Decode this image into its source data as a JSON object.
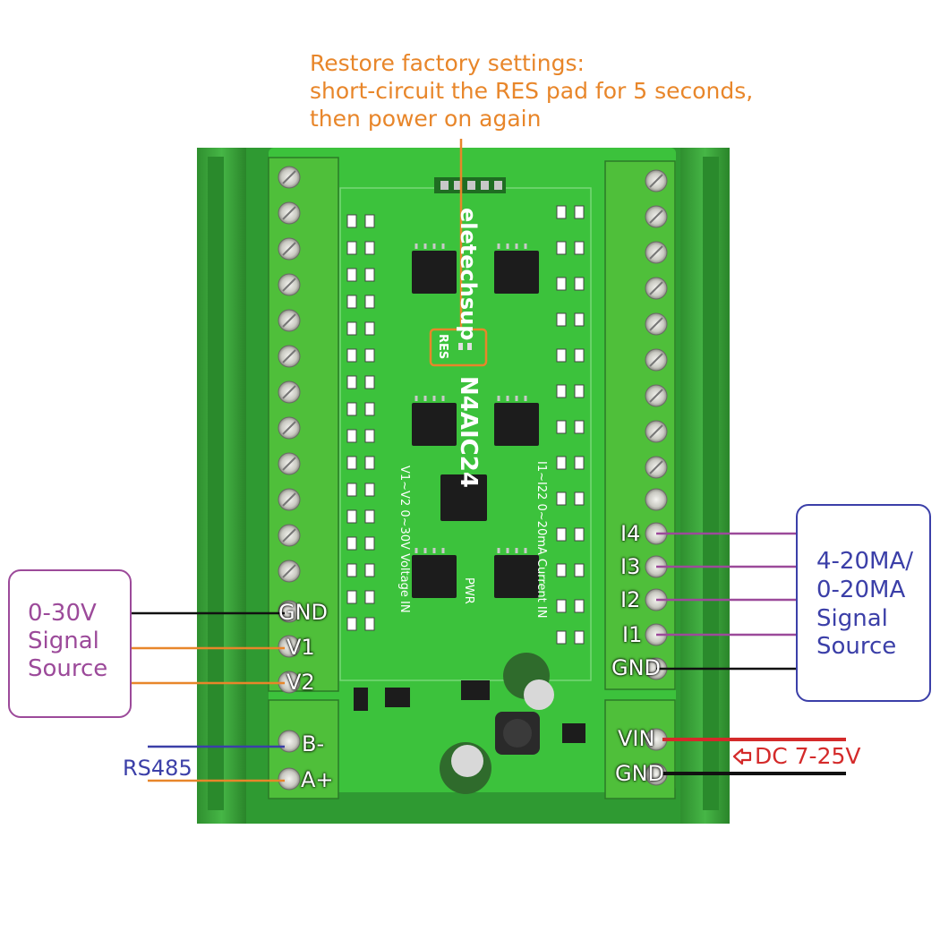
{
  "note": {
    "line1": "Restore factory settings:",
    "line2": "short-circuit the RES pad for 5 seconds,",
    "line3": "then power on again"
  },
  "left_box": {
    "line1": "0-30V",
    "line2": "Signal",
    "line3": "Source"
  },
  "right_box": {
    "line1": "4-20MA/",
    "line2": "0-20MA",
    "line3": "Signal",
    "line4": "Source"
  },
  "terminals": {
    "gnd_left": "GND",
    "v1": "V1",
    "v2": "V2",
    "b_minus": "B-",
    "a_plus": "A+",
    "i4": "I4",
    "i3": "I3",
    "i2": "I2",
    "i1": "I1",
    "gnd_right": "GND",
    "vin": "VIN",
    "gnd_power": "GND"
  },
  "rs485": "RS485",
  "dc": "DC 7-25V",
  "board": {
    "brand": "eletechsup",
    "model": "N4AIC24",
    "res": "RES",
    "pwr": "PWR",
    "voltage_in": "V1~V2 0~30V Voltage IN",
    "current_in": "I1~I22 0~20mA Current IN"
  },
  "colors": {
    "note": "#e8862a",
    "purple": "#9c4a9a",
    "blue": "#3b3fa8",
    "red": "#d42a2a",
    "pcb": "#3cc23c",
    "terminal": "#4fbf3a"
  }
}
